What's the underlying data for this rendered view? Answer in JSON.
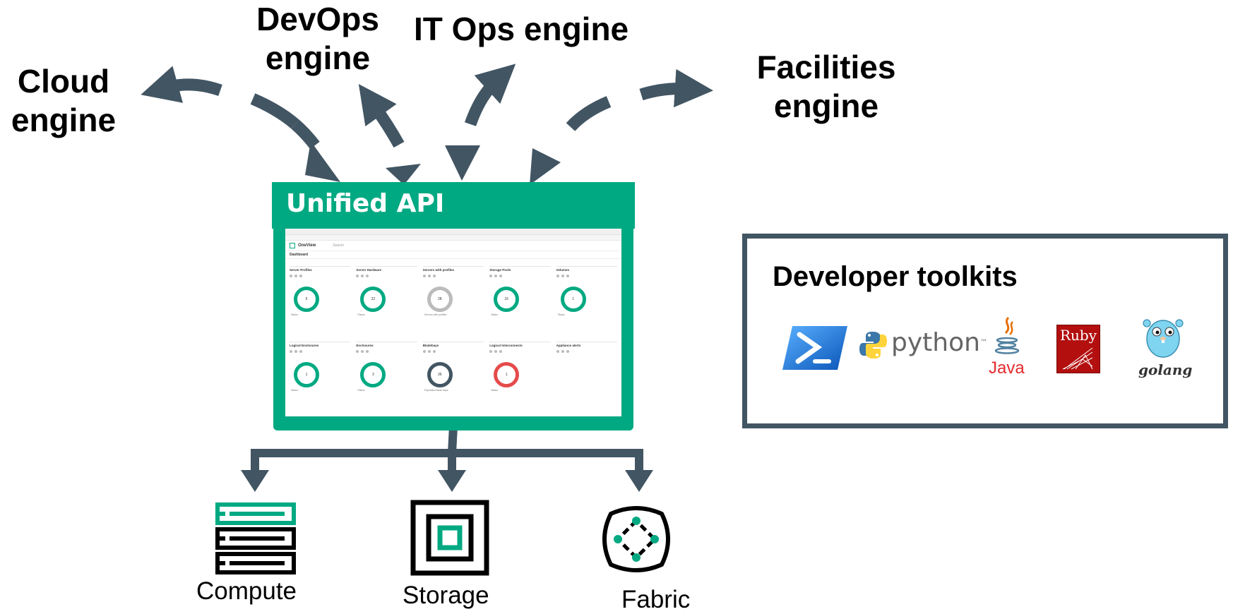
{
  "engines": {
    "cloud": [
      "Cloud",
      "engine"
    ],
    "devops": [
      "DevOps",
      "engine"
    ],
    "itops": "IT Ops engine",
    "facilities": [
      "Facilities",
      "engine"
    ]
  },
  "api": {
    "title": "Unified API",
    "screen": {
      "app_name": "OneView",
      "search": "Search",
      "page": "Dashboard",
      "cards": [
        {
          "title": "Server Profiles",
          "value": "5",
          "caption": "Status",
          "color": "#01a982"
        },
        {
          "title": "Server Hardware",
          "value": "22",
          "caption": "Status",
          "color": "#01a982"
        },
        {
          "title": "Servers with profiles",
          "value": "28",
          "caption": "Servers with profiles",
          "color": "#bbbbbb"
        },
        {
          "title": "Storage Pools",
          "value": "16",
          "caption": "Status",
          "color": "#01a982"
        },
        {
          "title": "Volumes",
          "value": "1",
          "caption": "Status",
          "color": "#01a982"
        },
        {
          "title": "Logical Enclosures",
          "value": "1",
          "caption": "Status",
          "color": "#01a982"
        },
        {
          "title": "Enclosures",
          "value": "3",
          "caption": "Status",
          "color": "#01a982"
        },
        {
          "title": "Bladebays",
          "value": "36",
          "caption": "Populated blade bays",
          "color": "#425563"
        },
        {
          "title": "Logical Interconnects",
          "value": "1",
          "caption": "Status",
          "color": "#e54b4b"
        },
        {
          "title": "Appliance alerts",
          "value": "",
          "caption": "",
          "color": "#ffffff"
        }
      ]
    }
  },
  "toolkits": {
    "title": "Developer toolkits",
    "items": [
      {
        "name": "powershell",
        "icon": "powershell-icon"
      },
      {
        "name": "python",
        "label": "python",
        "tm": "™",
        "icon": "python-icon"
      },
      {
        "name": "java",
        "label": "Java",
        "icon": "java-icon"
      },
      {
        "name": "ruby",
        "label": "Ruby",
        "icon": "ruby-icon"
      },
      {
        "name": "golang",
        "label": "golang",
        "icon": "gopher-icon"
      }
    ]
  },
  "resources": {
    "compute": "Compute",
    "storage": "Storage",
    "fabric": "Fabric"
  },
  "colors": {
    "accent": "#01a982",
    "arrow": "#425563",
    "box_border": "#425563",
    "text": "#000000"
  }
}
